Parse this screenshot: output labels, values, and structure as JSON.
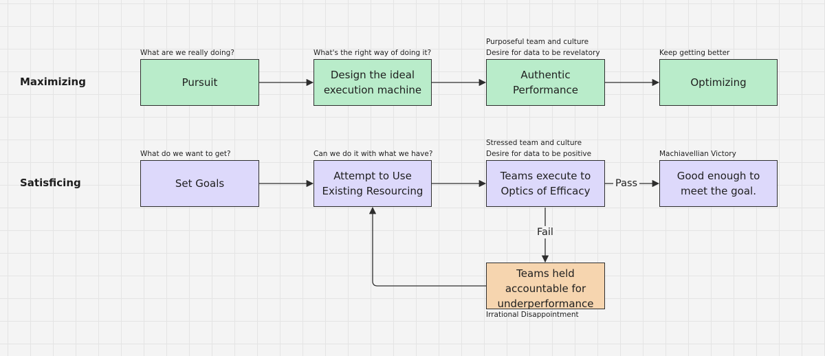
{
  "rows": {
    "maximizing": "Maximizing",
    "satisficing": "Satisficing"
  },
  "nodes": {
    "pursuit": "Pursuit",
    "design": "Design the ideal execution machine",
    "authentic": "Authentic Performance",
    "optimizing": "Optimizing",
    "set_goals": "Set Goals",
    "attempt": "Attempt to Use Existing Resourcing",
    "optics": "Teams execute to Optics of Efficacy",
    "good_enough": "Good enough to meet the goal.",
    "held_accountable": "Teams held accountable for underperformance"
  },
  "notes": {
    "pursuit": "What are we really doing?",
    "design": "What's the right way of doing it?",
    "authentic_1": "Purposeful team and culture",
    "authentic_2": "Desire for data to be revelatory",
    "optimizing": "Keep getting better",
    "set_goals": "What do we want to get?",
    "attempt": "Can we do it with what we have?",
    "optics_1": "Stressed team and culture",
    "optics_2": "Desire for data to be positive",
    "good_enough": "Machiavellian Victory",
    "held_accountable": "Irrational Disappointment"
  },
  "edges": {
    "pass": "Pass",
    "fail": "Fail"
  },
  "colors": {
    "maximize_fill": "#b9ecca",
    "satisfice_fill": "#ddd9fb",
    "failure_fill": "#f6d5af",
    "stroke": "#2d2d2d",
    "canvas": "#f4f4f4"
  }
}
